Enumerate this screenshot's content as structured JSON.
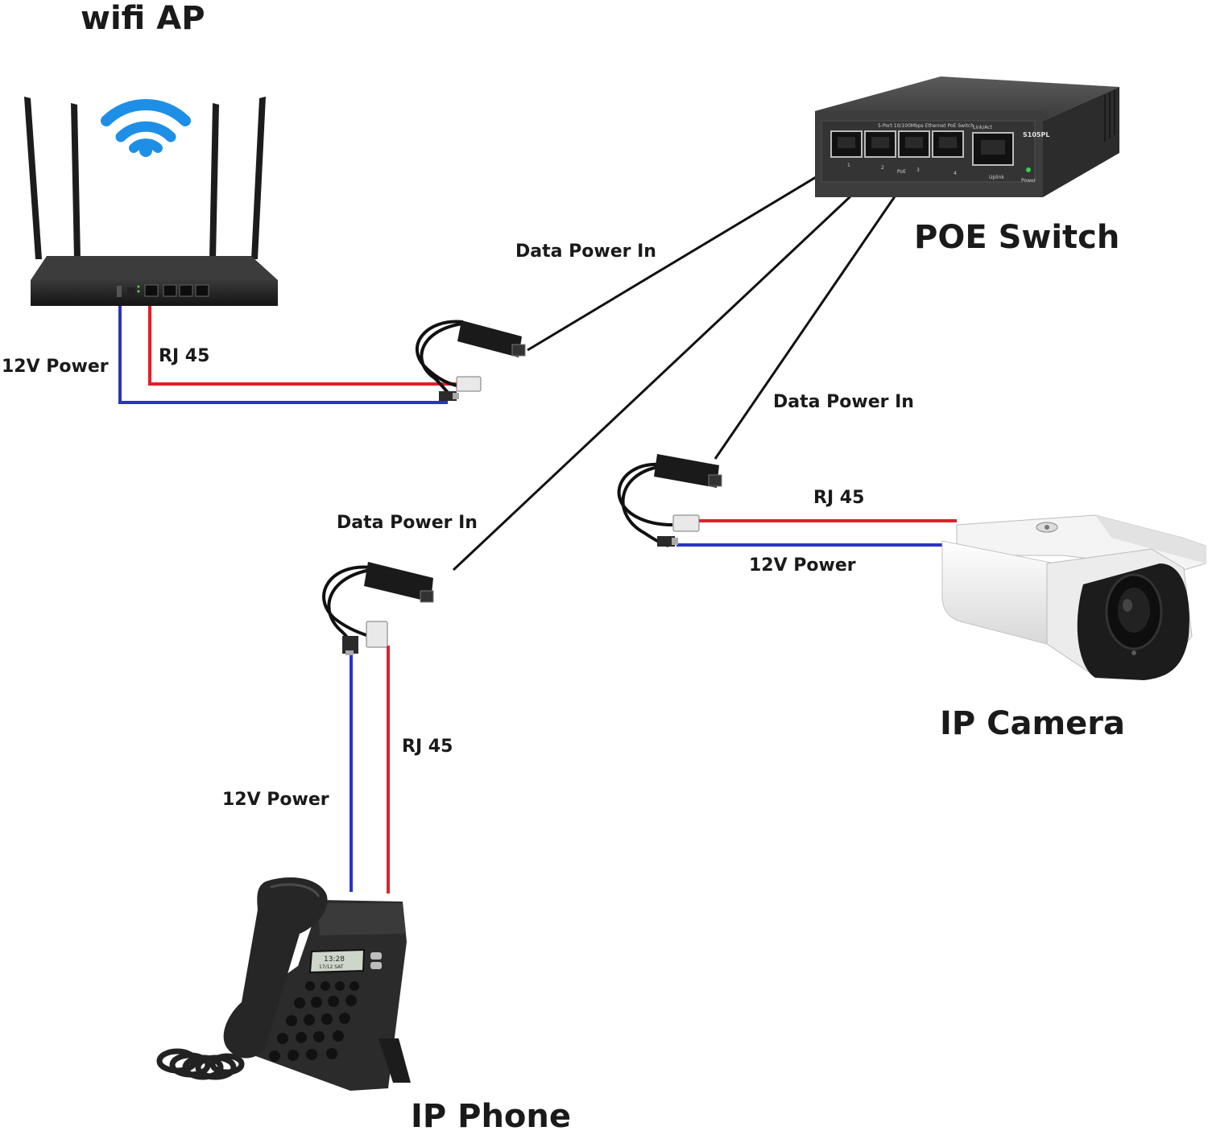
{
  "titles": {
    "wifi_ap": "wifi AP",
    "poe_switch": "POE Switch",
    "ip_camera": "IP Camera",
    "ip_phone": "IP Phone"
  },
  "labels": {
    "ap_power": "12V Power",
    "ap_rj45": "RJ  45",
    "ap_data_in": "Data Power In",
    "cam_data_in": "Data Power In",
    "cam_rj45": "RJ  45",
    "cam_power": "12V Power",
    "phone_data_in": "Data Power In",
    "phone_rj45": "RJ  45",
    "phone_power": "12V Power"
  },
  "switch_panel": {
    "top_text": "5-Port 10/100Mbps Ethernet PoE Switch",
    "link_text": "Link/Act",
    "model": "S105PL",
    "port_numbers": [
      "1",
      "2",
      "3",
      "4"
    ],
    "poe_text": "PoE",
    "uplink": "Uplink",
    "power": "Power"
  },
  "phone_display": {
    "line1": "13:28",
    "line2": "17/12 SAT"
  },
  "colors": {
    "rj45_cable": "#e0202a",
    "power_cable": "#2a34c4",
    "data_cable": "#111111",
    "device_body": "#2b2b2b",
    "wifi_icon": "#1e8fe6"
  }
}
